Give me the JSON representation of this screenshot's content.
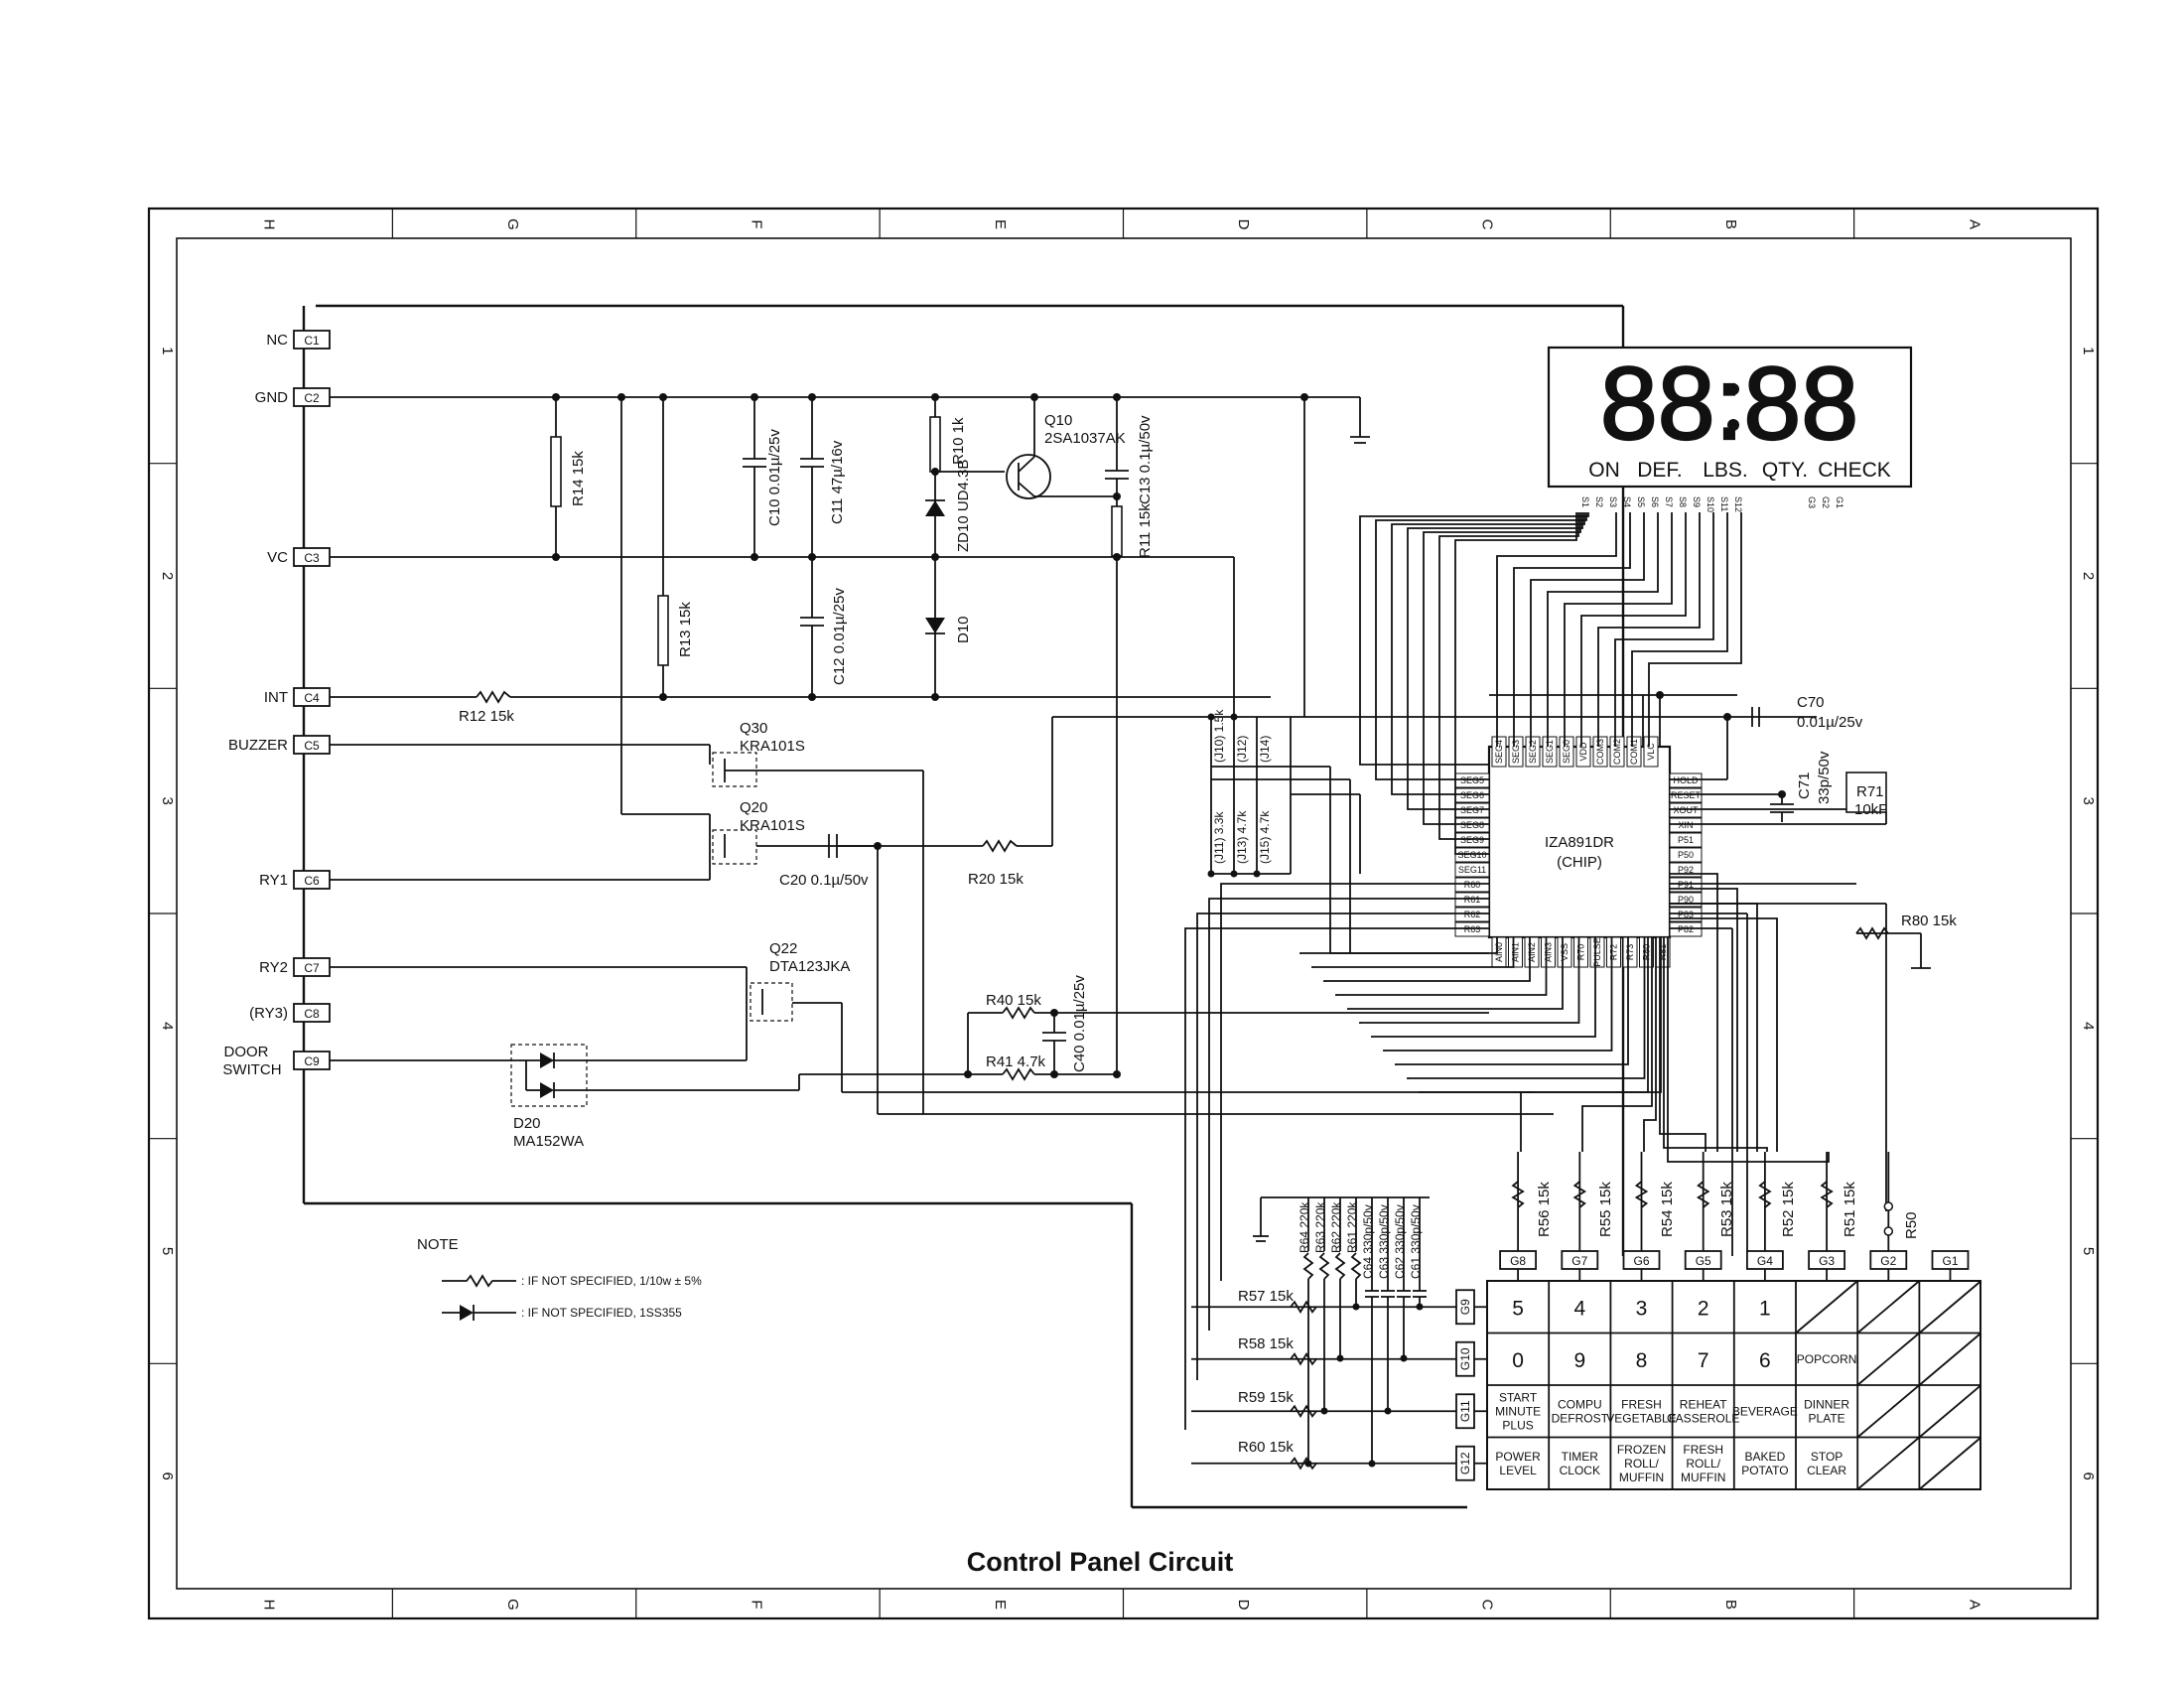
{
  "title": "Control Panel Circuit",
  "border": {
    "columns": [
      "H",
      "G",
      "F",
      "E",
      "D",
      "C",
      "B",
      "A"
    ],
    "rows": [
      "1",
      "2",
      "3",
      "4",
      "5",
      "6"
    ]
  },
  "connectors": [
    {
      "ref": "C1",
      "name": "NC"
    },
    {
      "ref": "C2",
      "name": "GND"
    },
    {
      "ref": "C3",
      "name": "VC"
    },
    {
      "ref": "C4",
      "name": "INT"
    },
    {
      "ref": "C5",
      "name": "BUZZER"
    },
    {
      "ref": "C6",
      "name": "RY1"
    },
    {
      "ref": "C7",
      "name": "RY2"
    },
    {
      "ref": "C8",
      "name": "(RY3)"
    },
    {
      "ref": "C9",
      "name": "DOOR SWITCH"
    }
  ],
  "display": {
    "digits": "88:88",
    "indicators": [
      "ON",
      "DEF.",
      "LBS.",
      "QTY.",
      "CHECK"
    ],
    "pins": [
      "S1",
      "S2",
      "S3",
      "S4",
      "S5",
      "S6",
      "S7",
      "S8",
      "S9",
      "S10",
      "S11",
      "S12",
      "G3",
      "G2",
      "G1"
    ]
  },
  "chip": {
    "name": "IZA891DR",
    "subtitle": "(CHIP)",
    "top_pins": [
      "SEG4",
      "SEG3",
      "SEG2",
      "SEG1",
      "SEG0",
      "VDD",
      "COM3",
      "COM2",
      "COM1",
      "VLC"
    ],
    "left_pins": [
      "SEG5",
      "SEG6",
      "SEG7",
      "SEG8",
      "SEG9",
      "SEG10",
      "SEG11",
      "R60",
      "R61",
      "R62",
      "R63"
    ],
    "right_pins": [
      "HOLD",
      "RESET",
      "XOUT",
      "XIN",
      "P51",
      "P50",
      "P92",
      "P91",
      "P90",
      "P83",
      "P82"
    ],
    "bottom_pins": [
      "AIN0",
      "AIN1",
      "AIN2",
      "AIN3",
      "VSS",
      "R70",
      "PULSE",
      "R72",
      "R73",
      "R80",
      "R81"
    ]
  },
  "components": {
    "r14": "R14 15k",
    "c10": "C10 0.01µ/25v",
    "c11": "C11 47µ/16v",
    "r10": "R10 1k",
    "zd10": "ZD10 UD4.3B",
    "q10": "Q10",
    "q10_type": "2SA1037AK",
    "c13": "C13 0.1µ/50v",
    "r11": "R11 15k",
    "r13": "R13 15k",
    "c12": "C12 0.01µ/25v",
    "d10": "D10",
    "r12": "R12 15k",
    "q30": "Q30",
    "q30_type": "KRA101S",
    "q20": "Q20",
    "q20_type": "KRA101S",
    "c20": "C20 0.1µ/50v",
    "r20": "R20 15k",
    "q22": "Q22",
    "q22_type": "DTA123JKA",
    "r40": "R40 15k",
    "r41": "R41 4.7k",
    "c40": "C40 0.01µ/25v",
    "d20": "D20",
    "d20_type": "MA152WA",
    "j10": "(J10) 1.5k",
    "j11": "(J11) 3.3k",
    "j12": "(J12)",
    "j13": "(J13) 4.7k",
    "j14": "(J14)",
    "j15": "(J15) 4.7k",
    "c70": "C70",
    "c70_val": "0.01µ/25v",
    "c71": "C71",
    "c71_val": "33p/50v",
    "r71": "R71",
    "r71_val": "10kF",
    "r80": "R80 15k",
    "r50": "R50",
    "r64": "R64 220k",
    "r63": "R63 220k",
    "r62": "R62 220k",
    "r61": "R61 220k",
    "c64": "C64 330p/50v",
    "c63": "C63 330p/50v",
    "c62": "C62 330p/50v",
    "c61": "C61 330p/50v",
    "r57": "R57 15k",
    "r58": "R58 15k",
    "r59": "R59 15k",
    "r60": "R60 15k",
    "r56": "R56 15k",
    "r55": "R55 15k",
    "r54": "R54 15k",
    "r53": "R53 15k",
    "r52": "R52 15k",
    "r51": "R51 15k"
  },
  "keypad": {
    "columns": [
      "G8",
      "G7",
      "G6",
      "G5",
      "G4",
      "G3",
      "G2",
      "G1"
    ],
    "rows": [
      "G9",
      "G10",
      "G11",
      "G12"
    ],
    "keys": [
      [
        "5",
        "4",
        "3",
        "2",
        "1"
      ],
      [
        "0",
        "9",
        "8",
        "7",
        "6",
        "POPCORN"
      ],
      [
        "START MINUTE PLUS",
        "COMPU DEFROST",
        "FRESH VEGETABLE",
        "REHEAT CASSEROLE",
        "BEVERAGE",
        "DINNER PLATE"
      ],
      [
        "POWER LEVEL",
        "TIMER CLOCK",
        "FROZEN ROLL/ MUFFIN",
        "FRESH ROLL/ MUFFIN",
        "BAKED POTATO",
        "STOP CLEAR"
      ]
    ]
  },
  "note": {
    "heading": "NOTE",
    "items": [
      ": IF NOT SPECIFIED, 1/10w ± 5%",
      ": IF NOT SPECIFIED, 1SS355"
    ]
  }
}
